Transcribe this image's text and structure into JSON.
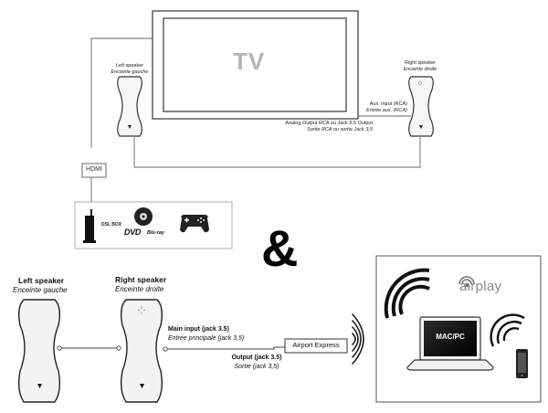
{
  "top_diagram": {
    "tv_label": "TV",
    "left_speaker": {
      "title": "Left speaker",
      "subtitle": "Enceinte gauche"
    },
    "right_speaker": {
      "title": "Right speaker",
      "subtitle": "Enceinte droite"
    },
    "aux_input": {
      "line1": "Aux. input (RCA)",
      "line2": "Entrée aux. (RCA)"
    },
    "analog_output": {
      "line1": "Analog Output RCA ou Jack 3.5 Output",
      "line2": "Sortie RCA ou sortie Jack 3,5"
    },
    "hdmi_label": "HDMI",
    "dsl_box_label": "DSL BOX",
    "dvd_label": "DVD",
    "bluray_label": "Blu-ray"
  },
  "ampersand": "&",
  "bottom_diagram": {
    "left_speaker": {
      "title": "Left speaker",
      "subtitle": "Enceinte gauche"
    },
    "right_speaker": {
      "title": "Right speaker",
      "subtitle": "Enceinte droite"
    },
    "main_input": {
      "line1": "Main input (jack 3.5)",
      "line2": "Entrée principale (jack 3,5)"
    },
    "output": {
      "line1": "Output (jack 3.5)",
      "line2": "Sortie (jack 3,5)"
    },
    "airport_express_label": "Airport Express",
    "airplay_logo": "airplay",
    "laptop_screen_label": "MAC/PC"
  },
  "colors": {
    "line": "#333333",
    "box_border": "#aaaaaa",
    "panel_border": "#555555",
    "speaker_fill": "#f3f3f3"
  }
}
